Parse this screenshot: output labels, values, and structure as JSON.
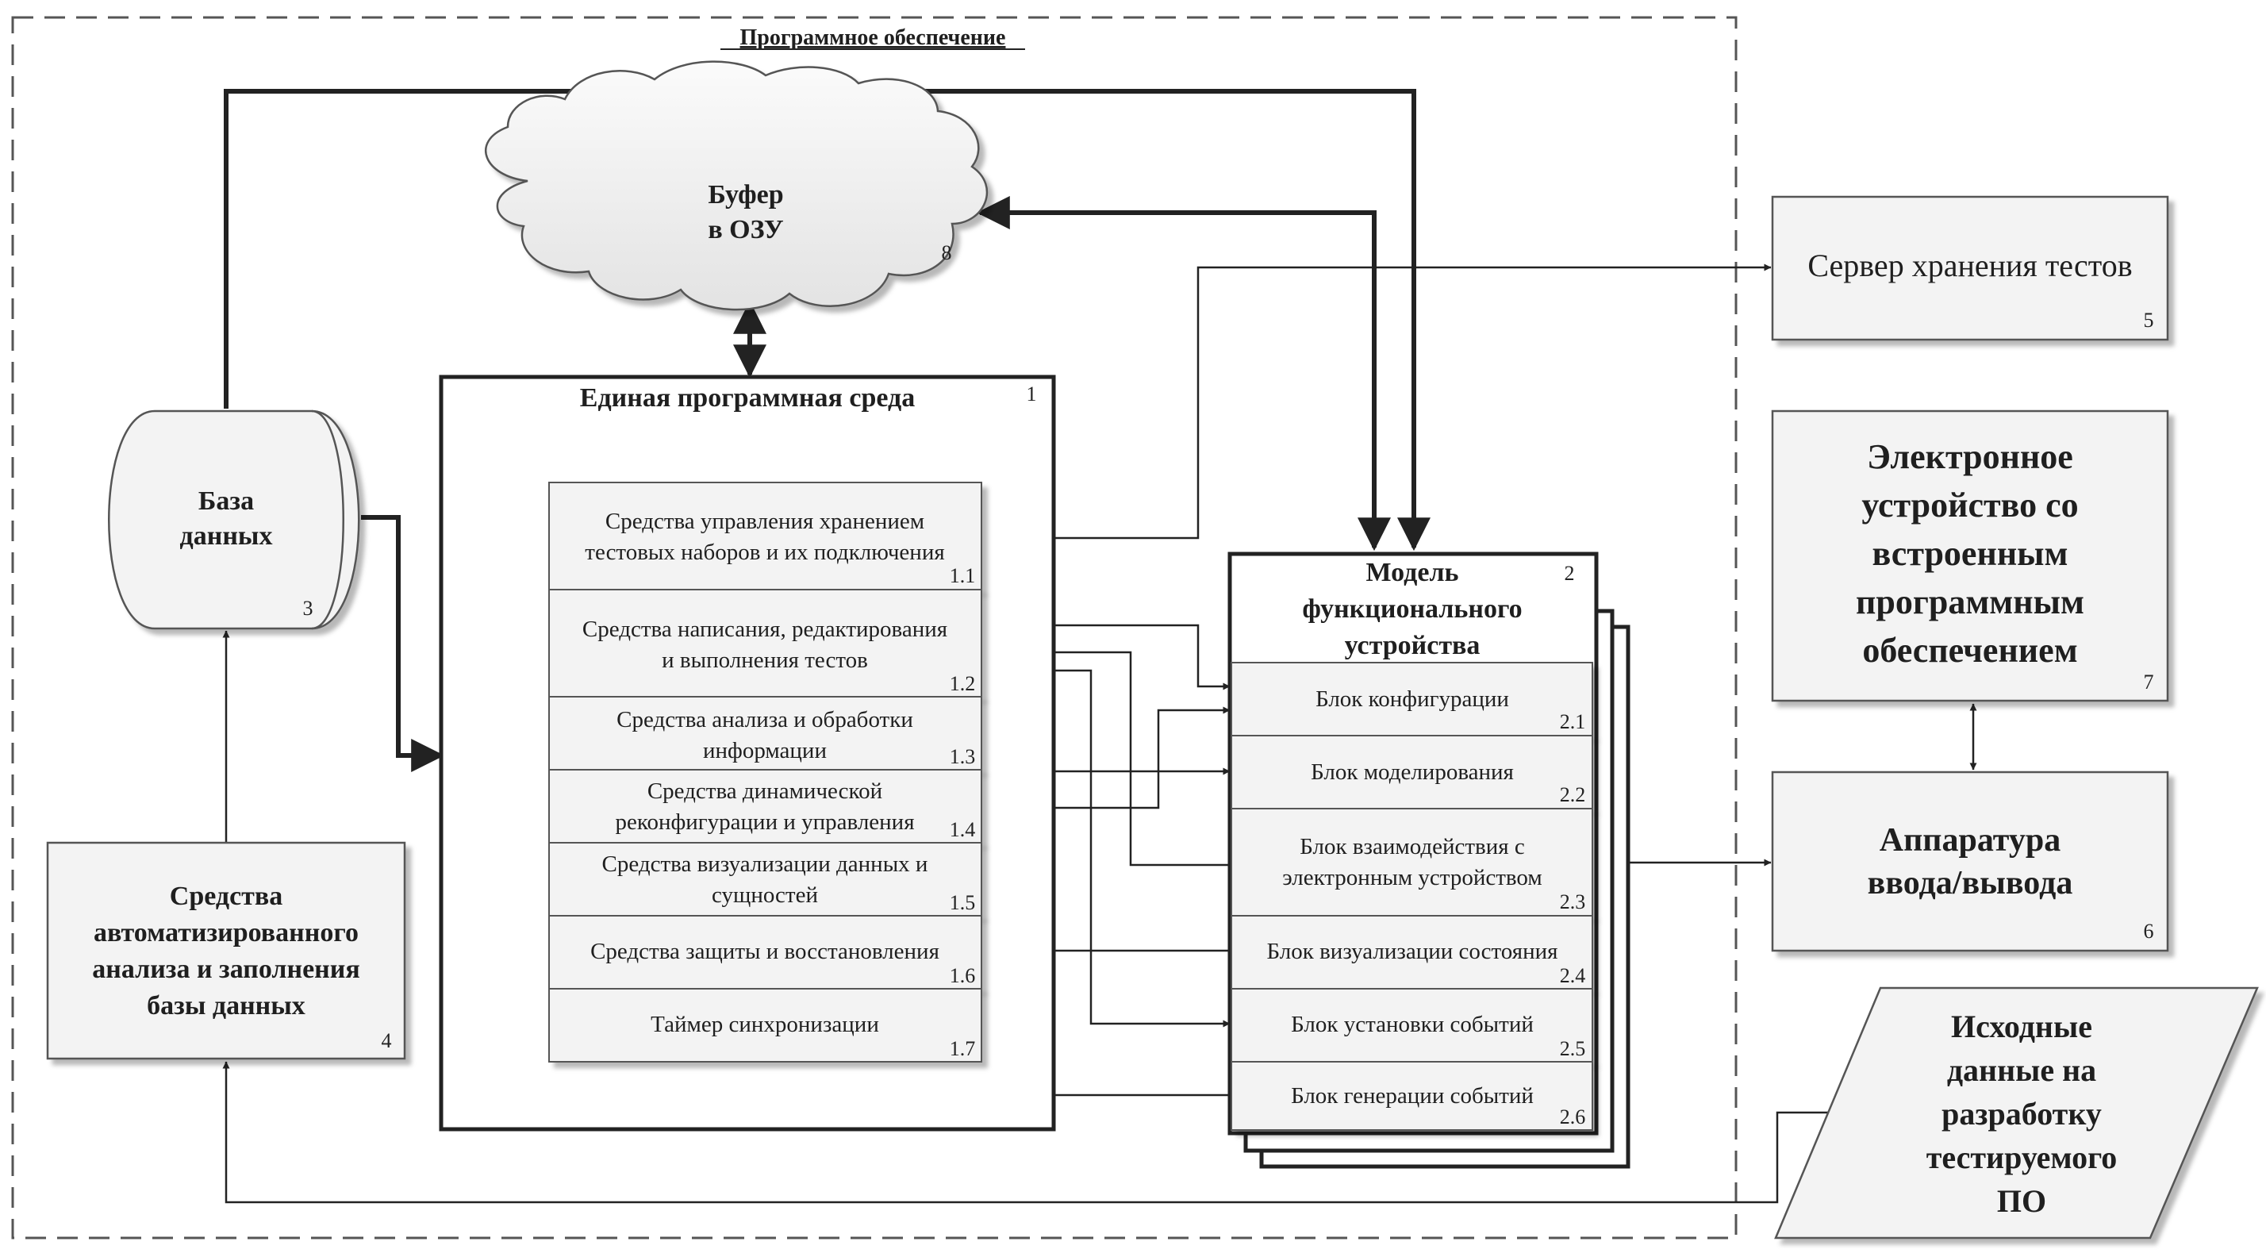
{
  "software_frame": {
    "title": "Программное обеспечение"
  },
  "buffer": {
    "line1": "Буфер",
    "line2": "в ОЗУ",
    "number": "8"
  },
  "database": {
    "line1": "База",
    "line2": "данных",
    "number": "3"
  },
  "automated_analysis": {
    "lines": [
      "Средства",
      "автоматизированного",
      "анализа и заполнения",
      "базы данных"
    ],
    "number": "4"
  },
  "unified_env": {
    "title": "Единая программная среда",
    "number": "1",
    "blocks": [
      {
        "lines": [
          "Средства управления хранением",
          "тестовых наборов и их подключения"
        ],
        "number": "1.1"
      },
      {
        "lines": [
          "Средства написания, редактирования",
          "и выполнения тестов"
        ],
        "number": "1.2"
      },
      {
        "lines": [
          "Средства анализа и обработки",
          "информации"
        ],
        "number": "1.3"
      },
      {
        "lines": [
          "Средства динамической",
          "реконфигурации и управления"
        ],
        "number": "1.4"
      },
      {
        "lines": [
          "Средства визуализации данных и",
          "сущностей"
        ],
        "number": "1.5"
      },
      {
        "lines": [
          "Средства защиты и восстановления"
        ],
        "number": "1.6"
      },
      {
        "lines": [
          "Таймер синхронизации"
        ],
        "number": "1.7"
      }
    ]
  },
  "device_model": {
    "title_lines": [
      "Модель",
      "функционального",
      "устройства"
    ],
    "number": "2",
    "blocks": [
      {
        "lines": [
          "Блок конфигурации"
        ],
        "number": "2.1"
      },
      {
        "lines": [
          "Блок моделирования"
        ],
        "number": "2.2"
      },
      {
        "lines": [
          "Блок взаимодействия с",
          "электронным устройством"
        ],
        "number": "2.3"
      },
      {
        "lines": [
          "Блок визуализации состояния"
        ],
        "number": "2.4"
      },
      {
        "lines": [
          "Блок установки событий"
        ],
        "number": "2.5"
      },
      {
        "lines": [
          "Блок генерации событий"
        ],
        "number": "2.6"
      }
    ]
  },
  "test_server": {
    "label": "Сервер хранения тестов",
    "number": "5"
  },
  "embedded_device": {
    "lines": [
      "Электронное",
      "устройство со",
      "встроенным",
      "программным",
      "обеспечением"
    ],
    "number": "7"
  },
  "io_hardware": {
    "lines": [
      "Аппаратура",
      "ввода/вывода"
    ],
    "number": "6"
  },
  "source_data": {
    "lines": [
      "Исходные",
      "данные на",
      "разработку",
      "тестируемого",
      "ПО"
    ]
  }
}
